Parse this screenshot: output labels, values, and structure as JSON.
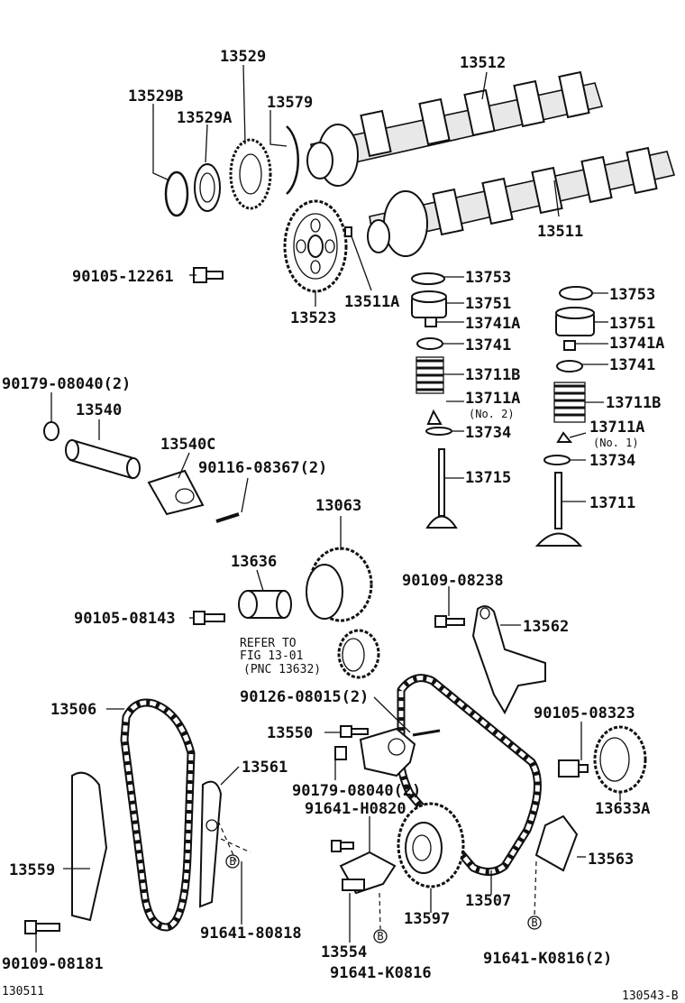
{
  "labels": {
    "p13529": "13529",
    "p13512": "13512",
    "p13529B": "13529B",
    "p13529A": "13529A",
    "p13579": "13579",
    "p13511": "13511",
    "p90105_12261": "90105-12261",
    "p13753_a": "13753",
    "p13511A": "13511A",
    "p13751_a": "13751",
    "p13523": "13523",
    "p13741A_a": "13741A",
    "p13741_a": "13741",
    "p13753_b": "13753",
    "p13751_b": "13751",
    "p13741A_b": "13741A",
    "p13741_b": "13741",
    "p90179_08040_top": "90179-08040(2)",
    "p13540": "13540",
    "p13711B_a": "13711B",
    "p13711A_a": "13711A",
    "no2": "(No. 2)",
    "p13734_a": "13734",
    "p13711B_b": "13711B",
    "p13711A_b": "13711A",
    "no1": "(No. 1)",
    "p13734_b": "13734",
    "p13540C": "13540C",
    "p90116_08367": "90116-08367(2)",
    "p13715": "13715",
    "p13711": "13711",
    "p13063": "13063",
    "p13636": "13636",
    "p90109_08238": "90109-08238",
    "p90105_08143": "90105-08143",
    "p13562": "13562",
    "refer1": "REFER TO",
    "refer2": "FIG 13-01",
    "refer3": "(PNC 13632)",
    "p13506": "13506",
    "p90126_08015": "90126-08015(2)",
    "p90105_08323": "90105-08323",
    "p13550": "13550",
    "p13561": "13561",
    "p90179_08040_mid": "90179-08040(2)",
    "p13633A": "13633A",
    "p91641_H0820": "91641-H0820",
    "p13563": "13563",
    "p13559": "13559",
    "p91641_80818": "91641-80818",
    "p13597": "13597",
    "p13507": "13507",
    "p90109_08181": "90109-08181",
    "p13554": "13554",
    "p91641_K0816_2": "91641-K0816(2)",
    "p91641_K0816": "91641-K0816",
    "p130511": "130511",
    "p130543B": "130543-B",
    "circleB": "B"
  }
}
